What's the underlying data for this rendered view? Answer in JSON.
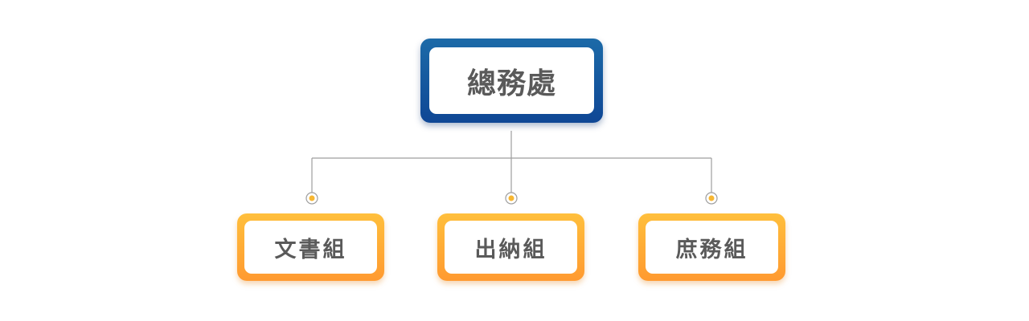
{
  "root": {
    "label": "總務處"
  },
  "children": [
    {
      "label": "文書組"
    },
    {
      "label": "出納組"
    },
    {
      "label": "庶務組"
    }
  ],
  "colors": {
    "root_gradient_top": "#1c6aa8",
    "root_gradient_bottom": "#0f4795",
    "child_gradient_top": "#ffbf3c",
    "child_gradient_bottom": "#ff9a30",
    "connector": "#9e9e9e",
    "dot": "#f7b733",
    "text": "#5a5a5a"
  }
}
